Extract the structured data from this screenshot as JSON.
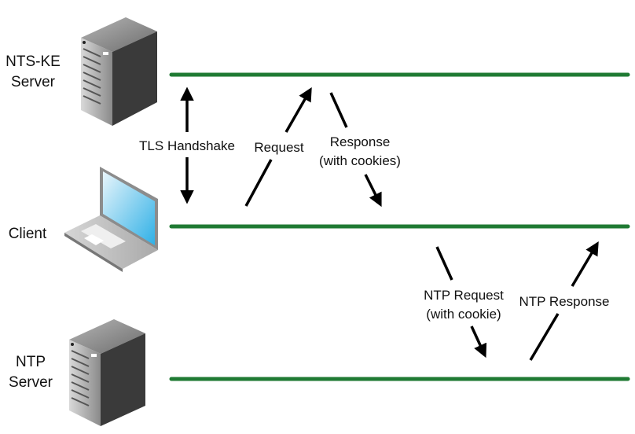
{
  "entities": {
    "nts_ke_server": {
      "line1": "NTS-KE",
      "line2": "Server",
      "icon": "server-tower-icon"
    },
    "client": {
      "line1": "Client",
      "icon": "laptop-icon"
    },
    "ntp_server": {
      "line1": "NTP",
      "line2": "Server",
      "icon": "server-tower-icon"
    }
  },
  "messages": {
    "tls_handshake": {
      "label": "TLS Handshake",
      "direction": "bidirectional",
      "between": [
        "Client",
        "NTS-KE Server"
      ]
    },
    "request": {
      "label": "Request",
      "direction": "client-to-nts-ke"
    },
    "response": {
      "line1": "Response",
      "line2": "(with cookies)",
      "direction": "nts-ke-to-client"
    },
    "ntp_request": {
      "line1": "NTP Request",
      "line2": "(with cookie)",
      "direction": "client-to-ntp"
    },
    "ntp_response": {
      "label": "NTP Response",
      "direction": "ntp-to-client"
    }
  },
  "colors": {
    "timeline": "#1f7a33",
    "arrow": "#000000"
  }
}
